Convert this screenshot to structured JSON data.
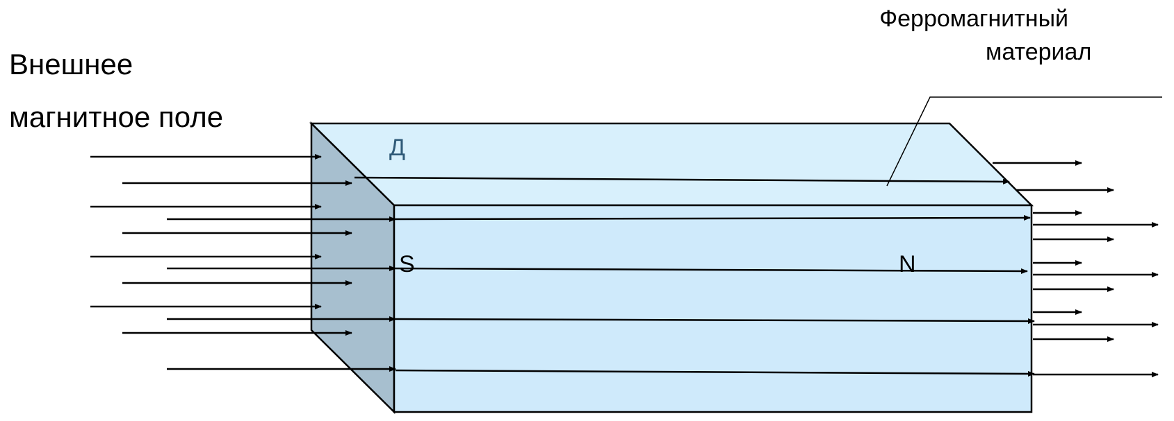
{
  "external_field": {
    "line1": "Внешнее",
    "line2": "магнитное поле"
  },
  "material": {
    "line1": "Ферромагнитный",
    "line2": "материал"
  },
  "poles": {
    "south": "S",
    "north": "N"
  },
  "domain_mark": "Д",
  "colors": {
    "front_face": "#cfeafb",
    "top_face": "#d8f0fc",
    "left_face": "#a7bfcf",
    "lines": "#000000"
  }
}
